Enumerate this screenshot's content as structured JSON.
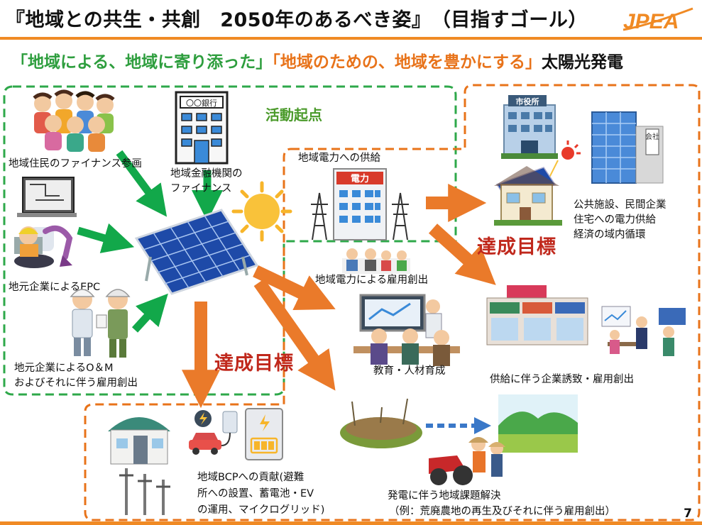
{
  "header": {
    "title": "『地域との共生・共創　2050年のあるべき姿』　（目指すゴール）",
    "logo_text": "JPEA"
  },
  "subtitle": {
    "part1": "「地域による、地域に寄り添った」",
    "part2": "「地域のための、地域を豊かにする」",
    "part3": "太陽光発電"
  },
  "zones": {
    "activity_origin": "活動起点",
    "goal_label": "達成目標"
  },
  "labels": {
    "residents_finance": "地域住民のファイナンス参画",
    "bank_finance_1": "地域金融機関の",
    "bank_finance_2": "ファイナンス",
    "bank_sign": "〇〇銀行",
    "local_epc": "地元企業によるEPC",
    "local_om_1": "地元企業によるO＆M",
    "local_om_2": "およびそれに伴う雇用創出",
    "power_supply": "地域電力への供給",
    "power_sign": "電力",
    "employment": "地域電力による雇用創出",
    "education": "教育・人材育成",
    "public_1": "公共施設、民間企業",
    "public_2": "住宅への電力供給",
    "public_3": "経済の域内循環",
    "cityhall_sign": "市役所",
    "company_sign": "会社",
    "attract": "供給に伴う企業誘致・雇用創出",
    "bcp_1": "地域BCPへの貢献(避難",
    "bcp_2": "所への設置、蓄電池・EV",
    "bcp_3": "の運用、マイクログリッド)",
    "farm_1": "発電に伴う地域課題解決",
    "farm_2": "（例：荒廃農地の再生及びそれに伴う雇用創出）"
  },
  "page_number": "7",
  "colors": {
    "accent_orange": "#f08a24",
    "green": "#2e9e3e",
    "goal_red": "#c0281c",
    "arrow_green": "#12a84a",
    "arrow_orange": "#ea7a2a"
  }
}
